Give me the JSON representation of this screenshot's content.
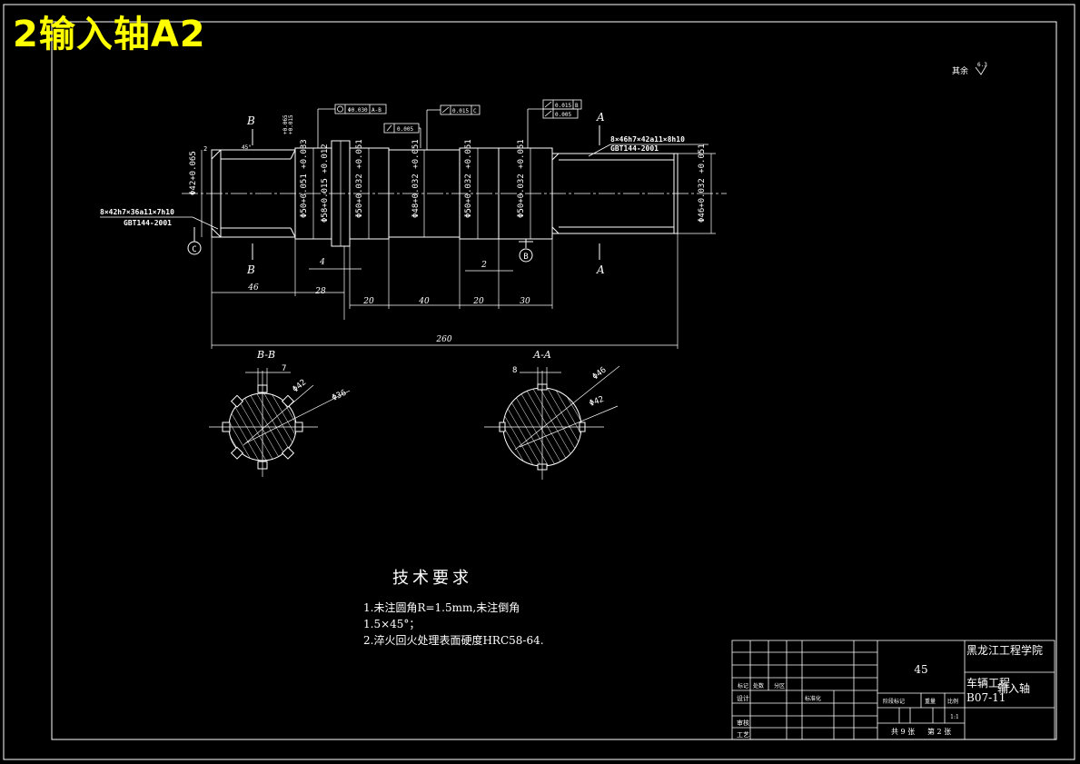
{
  "title": "2输入轴A2",
  "roughness_note": "其余",
  "roughness_symbol_value": "6.3",
  "section_labels": {
    "b_top": "B",
    "b_bottom": "B",
    "a_top": "A",
    "a_bottom": "A",
    "section_bb": "B-B",
    "section_aa": "A-A"
  },
  "datum_labels": {
    "c": "C",
    "b": "B"
  },
  "spline_left": {
    "line1": "8×42h7×36a11×7h10",
    "line2": "GBT144-2001"
  },
  "spline_right": {
    "line1": "8×46h7×42a11×8h10",
    "line2": "GBT144-2001"
  },
  "tolerance_frames": {
    "f1_value": "Φ0.030",
    "f1_datum": "A-B",
    "f2_value": "0.005",
    "f3_value": "0.015",
    "f3_datum": "C",
    "f4_value": "0.015",
    "f4_datum": "B",
    "f5_value": "0.005"
  },
  "small_labels": {
    "chamfer_left": "2",
    "chamfer_angle": "45°",
    "top_tol_1": "+0.065",
    "top_tol_2": "+0.015"
  },
  "diameters": {
    "d_left_end": "Φ42+0.065",
    "d1": "Φ50+0.051 +0.033",
    "d2": "Φ58+0.015 +0.012",
    "d3": "Φ50+0.032 +0.051",
    "d4": "Φ48+0.032 +0.051",
    "d5": "Φ50+0.032 +0.051",
    "d6": "Φ50+0.032 +0.051",
    "d7": "Φ46+0.032 +0.051"
  },
  "lengths": {
    "l46": "46",
    "l28": "28",
    "l20a": "20",
    "l40": "40",
    "l20b": "20",
    "l30": "30",
    "l4": "4",
    "l2": "2",
    "total": "260"
  },
  "section_dims": {
    "bb_w": "7",
    "bb_d1": "Φ42",
    "bb_d2": "Φ36",
    "aa_w": "8",
    "aa_d1": "Φ46",
    "aa_d2": "Φ42"
  },
  "tech_requirements": {
    "heading": "技术要求",
    "line1": "1.未注圆角R=1.5mm,未注倒角",
    "line2": "1.5×45°；",
    "line3": "2.淬火回火处理表面硬度HRC58-64."
  },
  "title_block": {
    "material": "45",
    "school": "黑龙江工程学院",
    "major": "车辆工程",
    "part_name": "输入轴",
    "drawing_no": "B07-11",
    "scale": "1:1",
    "sheet_total": "共 9 张",
    "sheet_no": "第 2 张",
    "h_mark": "标记",
    "h_qty": "处数",
    "h_zone": "分区",
    "h_design": "设计",
    "h_std": "标准化",
    "h_stage": "阶段标记",
    "h_weight": "重量",
    "h_scale": "比例",
    "h_review": "审核",
    "h_process": "工艺"
  },
  "colors": {
    "line": "#ffffff",
    "title": "#ffff00",
    "background": "#000000"
  }
}
